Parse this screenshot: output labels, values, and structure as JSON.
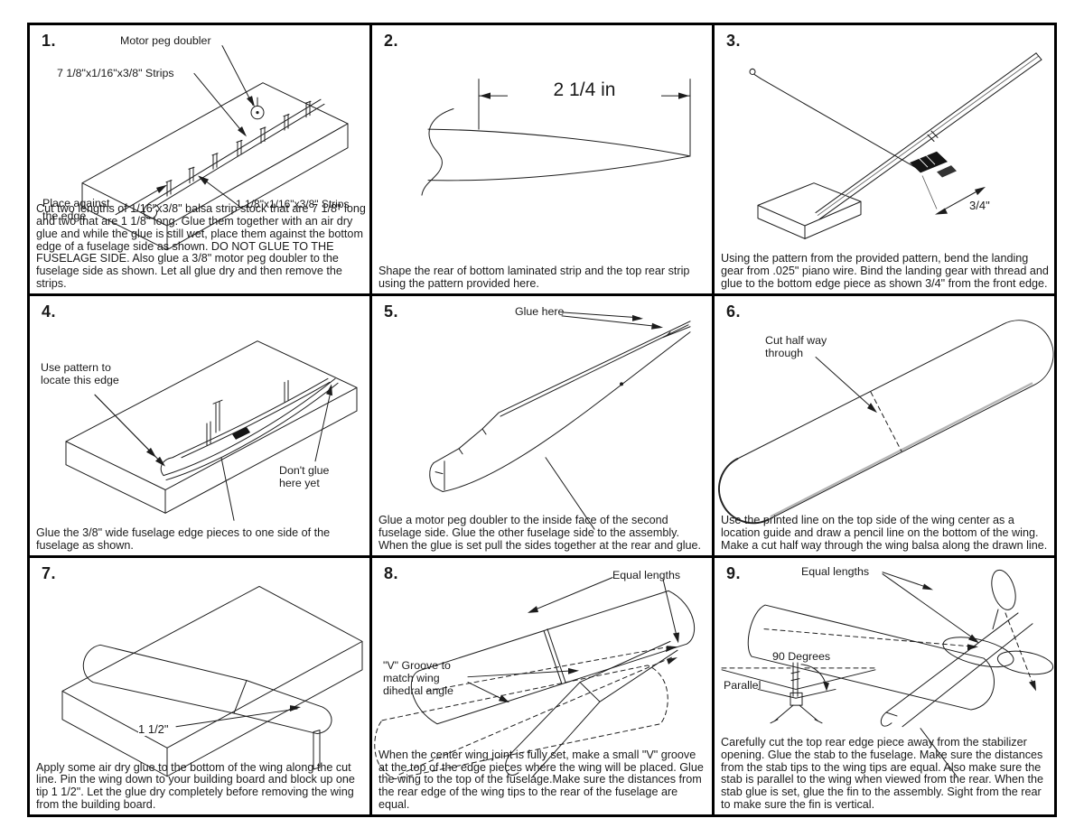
{
  "page": {
    "paper_color": "#ffffff",
    "ink_color": "#1a1a1a",
    "grid_line_color": "#000000"
  },
  "panels": [
    {
      "number": "1.",
      "callouts": {
        "motor_peg": "Motor peg doubler",
        "strips_long": "7 1/8\"x1/16\"x3/8\" Strips",
        "place_edge": "Place against the edge",
        "strips_short": "1 1/8\"x1/16\"x3/8\" Strips"
      },
      "caption": "Cut two lengths of 1/16\"x3/8\" balsa strip stock that are 7 1/8\" long and two that are 1 1/8\" long. Glue them together with an air dry glue and while the glue is still wet, place them against the bottom edge of a fuselage side as shown. DO NOT GLUE TO THE FUSELAGE SIDE. Also glue a 3/8\" motor peg doubler to the fuselage side as shown. Let all glue dry and then remove the strips."
    },
    {
      "number": "2.",
      "dimension": "2 1/4 in",
      "caption": "Shape the rear of bottom laminated strip and the top rear strip using the pattern provided here."
    },
    {
      "number": "3.",
      "dimension": "3/4\"",
      "caption": "Using the pattern from the provided pattern, bend the landing gear from .025\" piano wire. Bind the landing gear with thread and glue to the bottom edge piece as shown 3/4\" from the front edge."
    },
    {
      "number": "4.",
      "callouts": {
        "use_pattern": "Use pattern to locate this edge",
        "dont_glue": "Don't glue here yet"
      },
      "caption": "Glue the 3/8\" wide fuselage edge pieces to one side of the fuselage as shown."
    },
    {
      "number": "5.",
      "callouts": {
        "glue_here": "Glue here"
      },
      "caption": "Glue a motor peg doubler to the inside face of the second fuselage side. Glue the other fuselage side to the assembly. When the glue is set pull the sides together at the rear and glue."
    },
    {
      "number": "6.",
      "callouts": {
        "cut_half": "Cut half way through"
      },
      "caption": "Use the printed line on the top side of the wing center as a location guide and draw a pencil line on the bottom of the wing. Make a cut half way through the wing balsa along the drawn line."
    },
    {
      "number": "7.",
      "dimension": "1 1/2\"",
      "caption": "Apply some air dry glue to the bottom of the wing along the cut line. Pin the wing down to your building board and block up one tip 1 1/2\". Let the glue dry completely before removing the wing from the building board."
    },
    {
      "number": "8.",
      "callouts": {
        "equal_lengths": "Equal lengths",
        "v_groove": "\"V\" Groove to match wing dihedral angle"
      },
      "caption": "When the center wing joint is fully set, make a small \"V\" groove at the top of the edge pieces where the wing will be placed. Glue the wing to the top of the fuselage.Make sure the distances from the rear edge of the wing tips to the rear of the fuselage are equal."
    },
    {
      "number": "9.",
      "callouts": {
        "equal_lengths": "Equal lengths",
        "ninety": "90 Degrees",
        "parallel": "Parallel"
      },
      "caption": "Carefully cut the top rear edge piece away from the stabilizer opening. Glue the stab to the fuselage. Make sure the distances from the stab tips to the wing tips are equal. Also make sure the stab is parallel to the wing when viewed from the rear. When the stab glue is set, glue the fin to the assembly. Sight from the rear to make sure the fin is vertical."
    }
  ]
}
